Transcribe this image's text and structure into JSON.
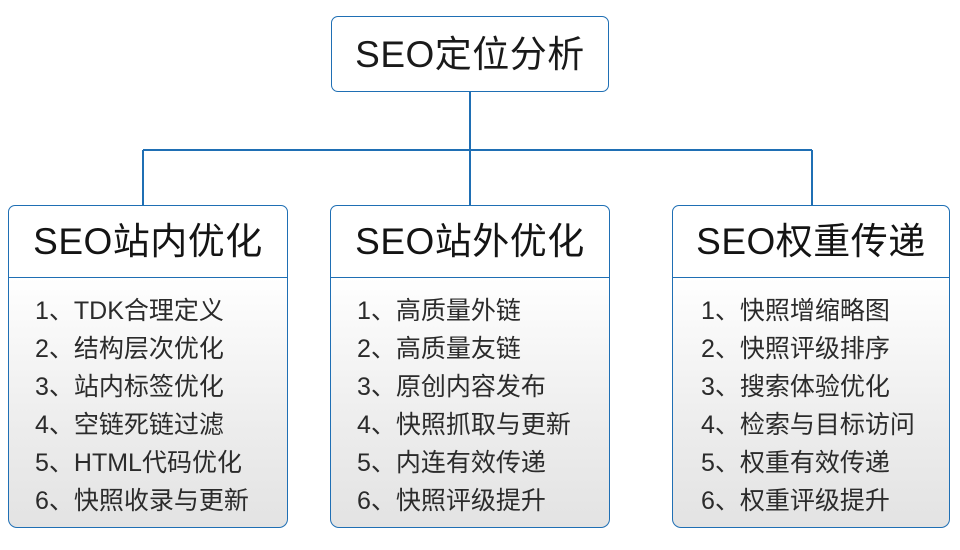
{
  "diagram": {
    "type": "org-tree",
    "accent_color": "#1f6fb4",
    "text_color": "#1a1a1a",
    "body_gradient_top": "#ffffff",
    "body_gradient_bottom": "#e3e3e3",
    "root": {
      "label": "SEO定位分析"
    },
    "branches": [
      {
        "title": "SEO站内优化",
        "items": [
          "1、TDK合理定义",
          "2、结构层次优化",
          "3、站内标签优化",
          "4、空链死链过滤",
          "5、HTML代码优化",
          "6、快照收录与更新"
        ]
      },
      {
        "title": "SEO站外优化",
        "items": [
          "1、高质量外链",
          "2、高质量友链",
          "3、原创内容发布",
          "4、快照抓取与更新",
          "5、内连有效传递",
          "6、快照评级提升"
        ]
      },
      {
        "title": "SEO权重传递",
        "items": [
          "1、快照增缩略图",
          "2、快照评级排序",
          "3、搜索体验优化",
          "4、检索与目标访问",
          "5、权重有效传递",
          "6、权重评级提升"
        ]
      }
    ]
  }
}
